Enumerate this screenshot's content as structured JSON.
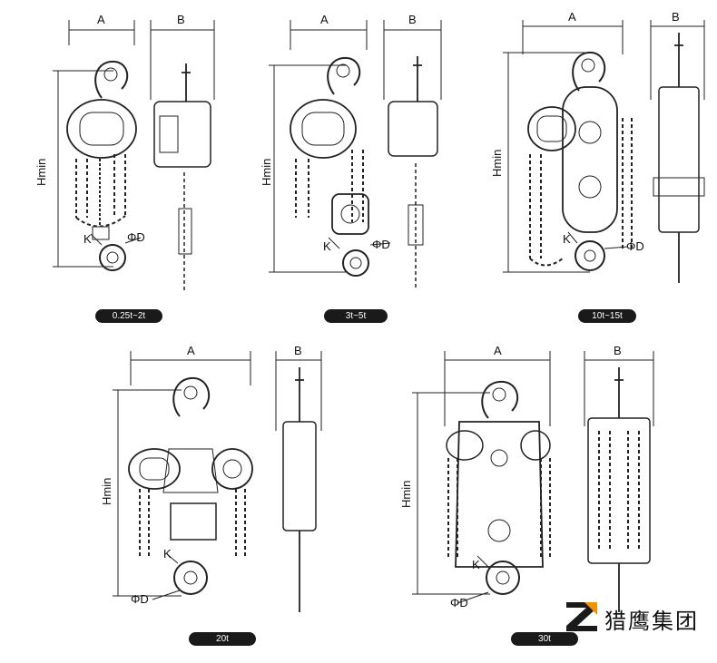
{
  "labels": {
    "width": "A",
    "depth": "B",
    "height": "Hmin",
    "hook_gap": "K",
    "hook_diameter": "ΦD"
  },
  "models": [
    {
      "capacity": "0.25t~2t"
    },
    {
      "capacity": "3t~5t"
    },
    {
      "capacity": "10t~15t"
    },
    {
      "capacity": "20t"
    },
    {
      "capacity": "30t"
    }
  ],
  "brand": {
    "name": "猎鹰集团"
  }
}
